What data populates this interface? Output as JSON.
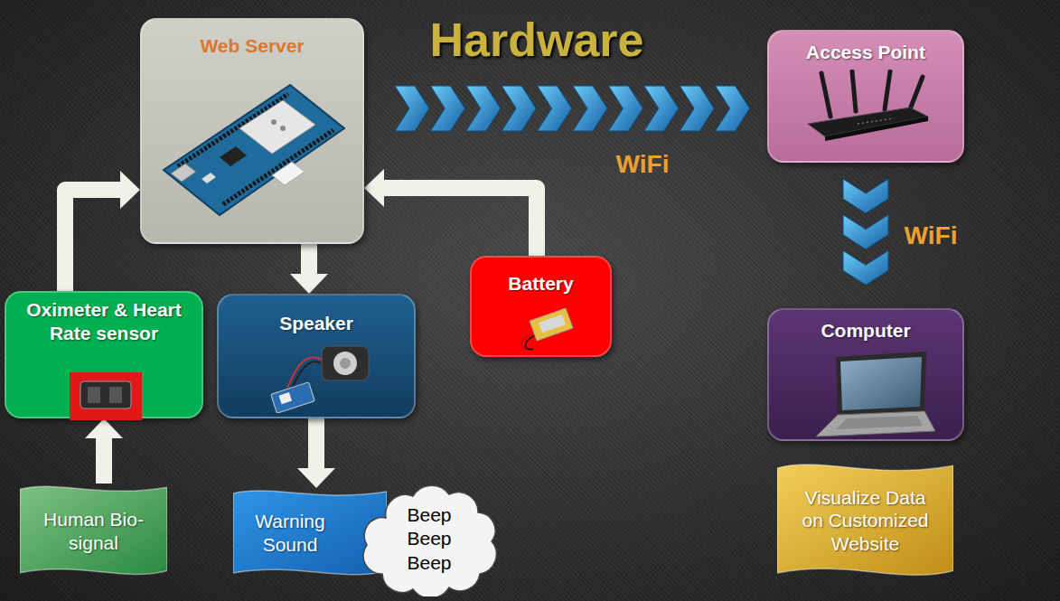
{
  "diagram": {
    "title": "Hardware",
    "nodes": [
      {
        "text": [
          "Web Server"
        ]
      },
      {
        "text": [
          "Access Point"
        ]
      },
      {
        "text": [
          "Oximeter & Heart Rate sensor"
        ]
      },
      {
        "text": [
          "Speaker"
        ]
      },
      {
        "text": [
          "Battery"
        ]
      },
      {
        "text": [
          "Computer"
        ]
      },
      {
        "text": [
          "Human Bio-signal"
        ]
      },
      {
        "text": [
          "Warning Sound"
        ]
      },
      {
        "text": [
          "Beep Beep Beep"
        ]
      },
      {
        "text": [
          "Visualize Data on Customized Website"
        ]
      }
    ],
    "edges": [
      {
        "from": 2,
        "to": 0,
        "arrow": "to"
      },
      {
        "from": 0,
        "to": 3,
        "arrow": "to"
      },
      {
        "from": 4,
        "to": 0,
        "arrow": "to"
      },
      {
        "from": 0,
        "to": 1,
        "label": "WiFi",
        "arrow": "to"
      },
      {
        "from": 1,
        "to": 5,
        "label": "WiFi",
        "arrow": "to"
      },
      {
        "from": 6,
        "to": 2,
        "arrow": "to"
      },
      {
        "from": 3,
        "to": 7,
        "arrow": "to"
      }
    ]
  }
}
